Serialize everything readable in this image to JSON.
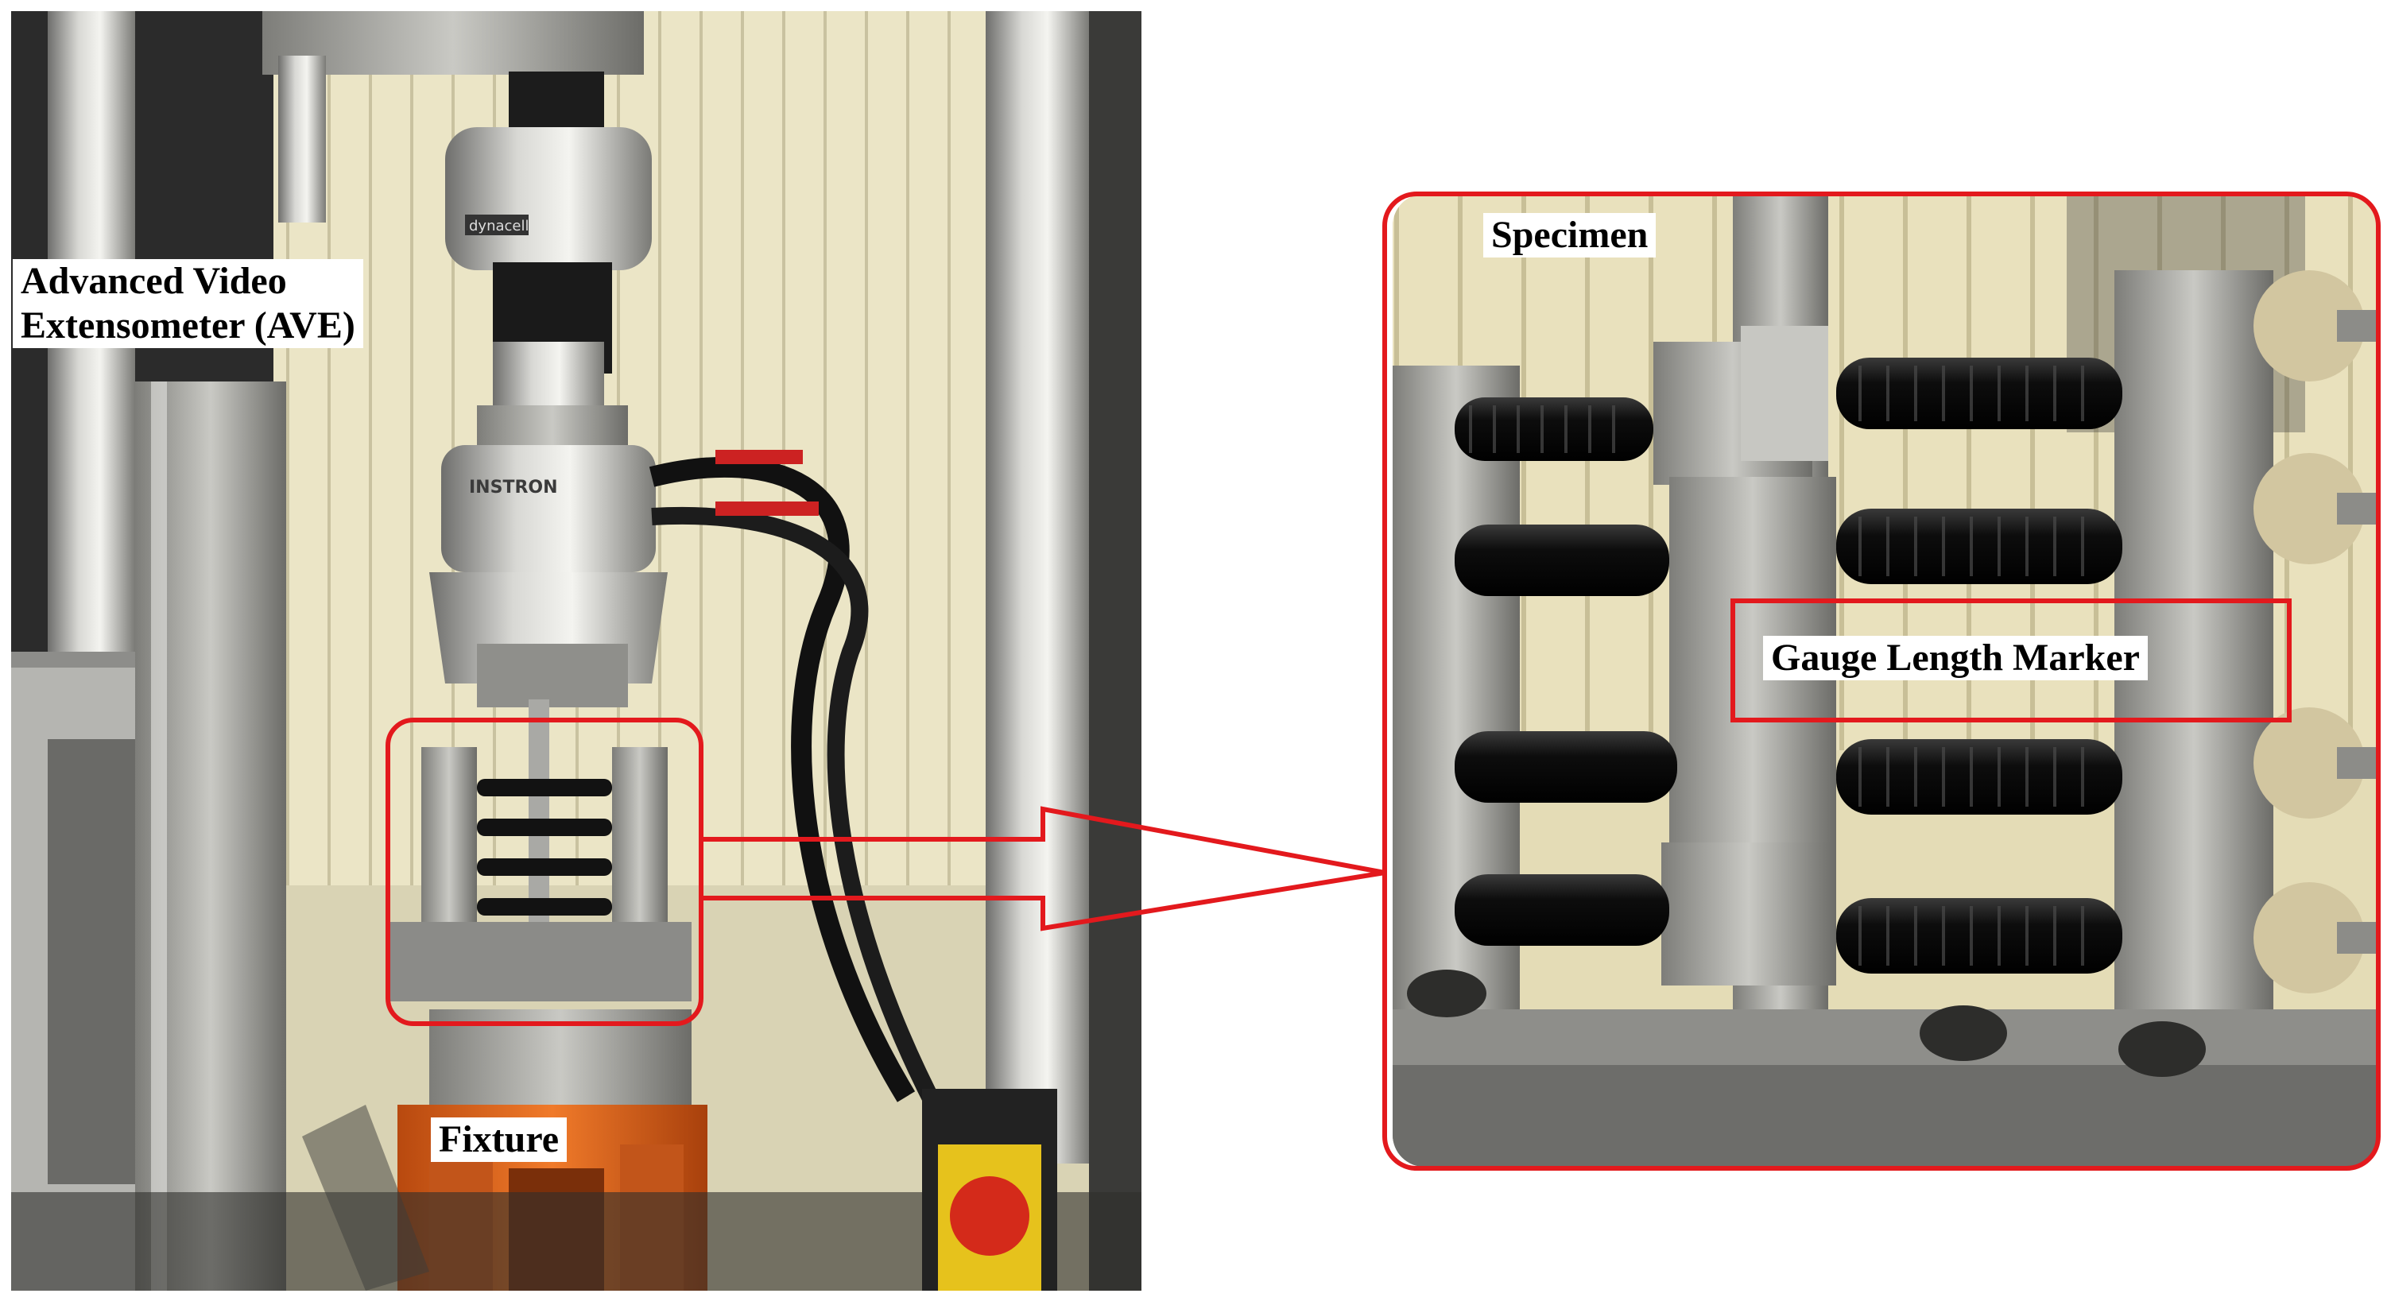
{
  "figure": {
    "labels": {
      "ave_line1": "Advanced Video",
      "ave_line2": "Extensometer (AVE)",
      "fixture": "Fixture",
      "specimen": "Specimen",
      "gauge_marker": "Gauge Length Marker"
    },
    "brand_text": {
      "load_cell": "dynacell",
      "actuator": "INSTRON"
    },
    "colors": {
      "callout_red": "#e3191d",
      "fixture_orange": "#e0641e",
      "machine_grey": "#9a9a98",
      "blind_cream": "#ece6c8",
      "spring_black": "#151515"
    }
  }
}
